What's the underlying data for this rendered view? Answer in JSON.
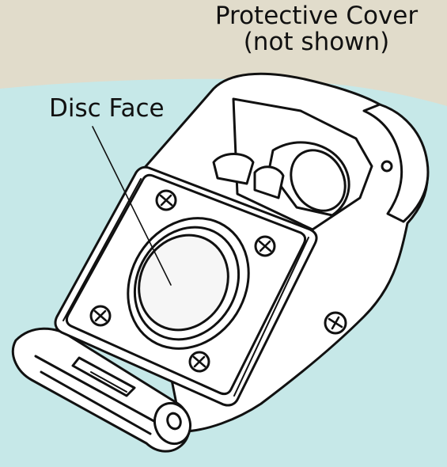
{
  "colors": {
    "background_top": "#e1dccb",
    "background_bottom": "#c6e8e8",
    "outline": "#111111",
    "fill": "#ffffff",
    "disc": "#f6f6f6"
  },
  "labels": {
    "cover_line1": "Protective Cover",
    "cover_line2": "(not shown)",
    "disc_face": "Disc Face"
  },
  "icons": {
    "screw": "phillips-screw-icon"
  }
}
